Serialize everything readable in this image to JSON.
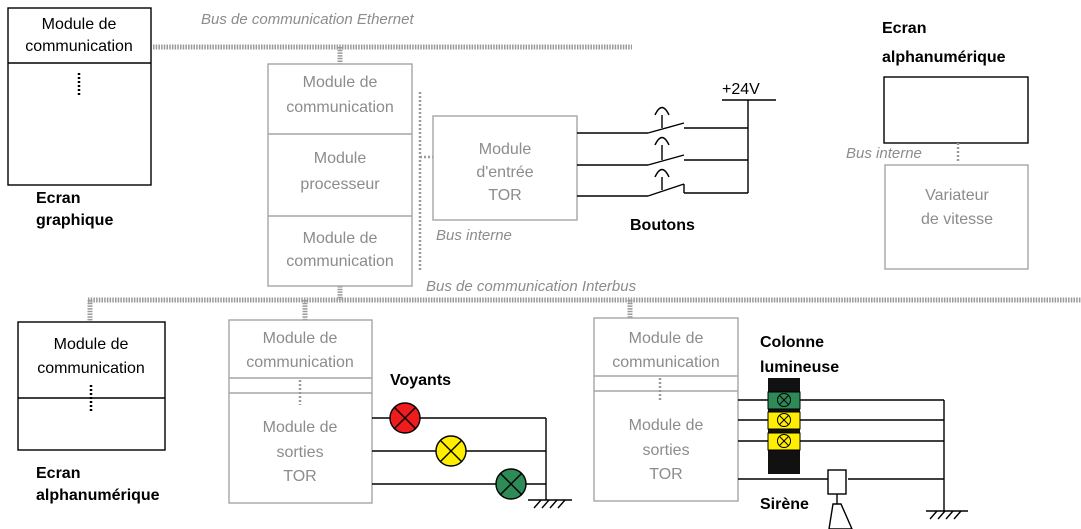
{
  "buses": {
    "ethernet": "Bus de communication Ethernet",
    "interbus": "Bus de communication Interbus",
    "internal_center": "Bus interne",
    "internal_right": "Bus interne"
  },
  "screens": {
    "graphic": {
      "module": [
        "Module de",
        "communication"
      ],
      "caption": [
        "Ecran",
        "graphique"
      ]
    },
    "alpha_top": {
      "caption": [
        "Ecran",
        "alphanumérique"
      ]
    },
    "alpha_bottom": {
      "module": [
        "Module de",
        "communication"
      ],
      "caption": [
        "Ecran",
        "alphanumérique"
      ]
    }
  },
  "plc": {
    "comm_top": [
      "Module de",
      "communication"
    ],
    "processor": [
      "Module",
      "processeur"
    ],
    "comm_bottom": [
      "Module de",
      "communication"
    ],
    "input": [
      "Module",
      "d'entrée",
      "TOR"
    ]
  },
  "supply": "+24V",
  "buttons_label": "Boutons",
  "drive": [
    "Variateur",
    "de vitesse"
  ],
  "station_left": {
    "comm": [
      "Module de",
      "communication"
    ],
    "output": [
      "Module de",
      "sorties",
      "TOR"
    ]
  },
  "station_right": {
    "comm": [
      "Module de",
      "communication"
    ],
    "output": [
      "Module de",
      "sorties",
      "TOR"
    ]
  },
  "voyants_label": "Voyants",
  "column_label": [
    "Colonne",
    "lumineuse"
  ],
  "siren_label": "Sirène",
  "colors": {
    "red": "#ee1c1c",
    "yellow": "#ffee00",
    "green": "#2e8a57",
    "bus_grey": "#9a9a9a",
    "grey_text": "#8c8c8c"
  }
}
